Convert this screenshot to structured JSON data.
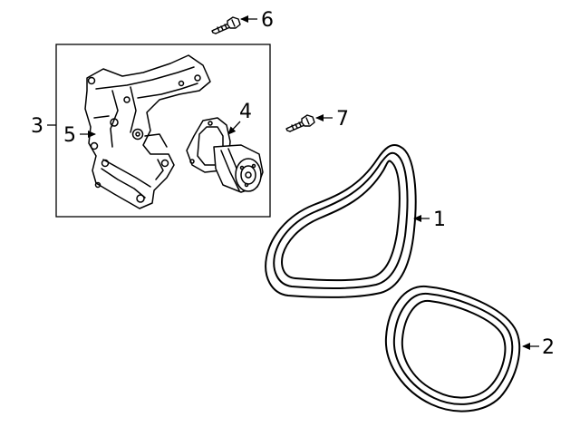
{
  "diagram": {
    "callouts": {
      "c1": "1",
      "c2": "2",
      "c3": "3",
      "c4": "4",
      "c5": "5",
      "c6": "6",
      "c7": "7"
    },
    "colors": {
      "ink": "#000000",
      "paper": "#ffffff"
    }
  }
}
